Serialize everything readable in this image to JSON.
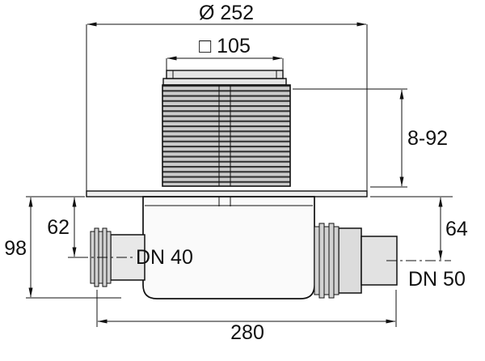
{
  "drawing": {
    "dims": {
      "top_diameter": "Ø 252",
      "top_square": "□ 105",
      "adjustment_height": "8-92",
      "total_height": "98",
      "left_axis_height": "62",
      "right_axis_height": "64",
      "overall_length": "280"
    },
    "labels": {
      "left_outlet": "DN 40",
      "right_outlet": "DN 50"
    },
    "colors": {
      "line": "#111111",
      "rib_dark": "#333333",
      "rib_light": "#cbcbcb",
      "fill_light": "#e6e6e6"
    }
  }
}
